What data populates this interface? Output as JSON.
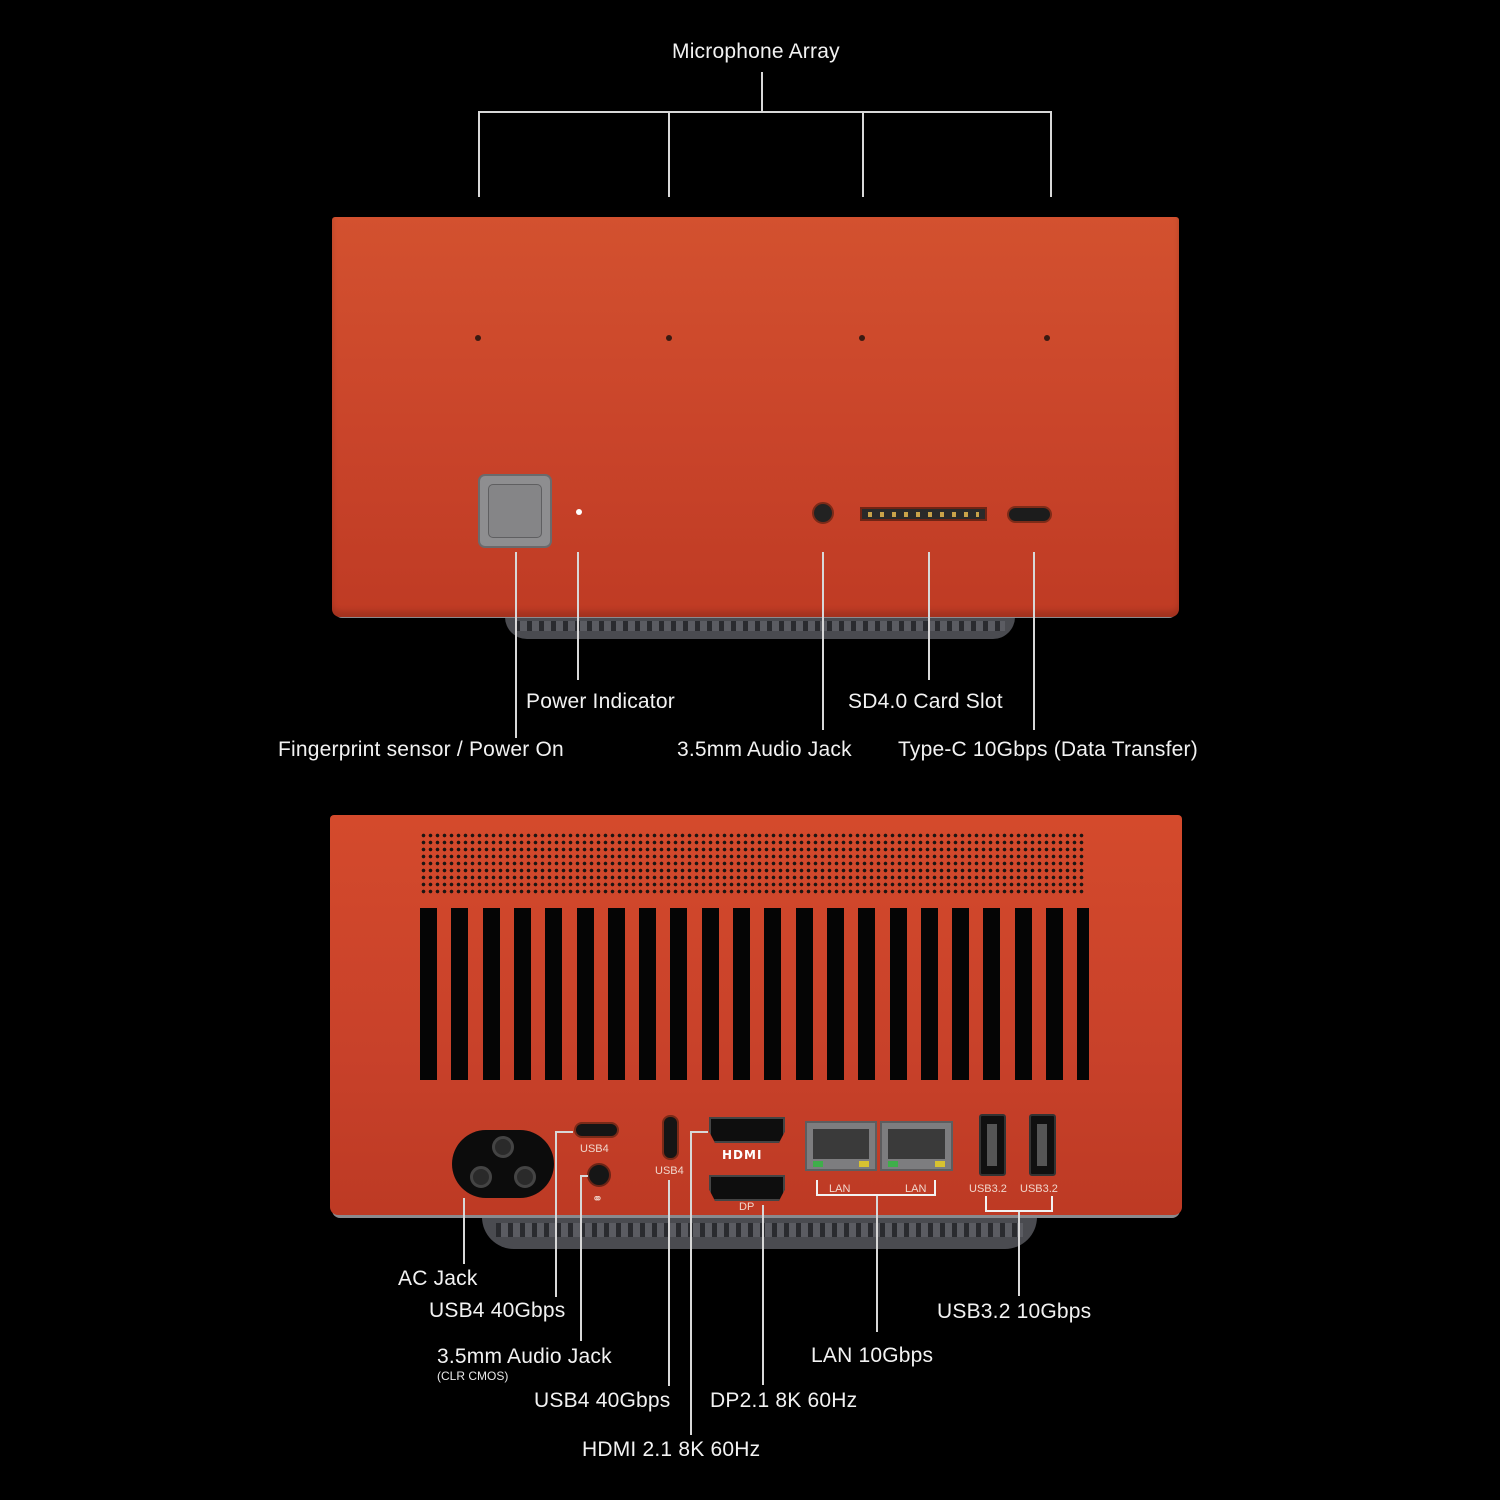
{
  "front_labels": {
    "microphone_array": "Microphone Array",
    "power_indicator": "Power Indicator",
    "fingerprint": "Fingerprint sensor / Power On",
    "audio_jack": "3.5mm Audio Jack",
    "sd_slot": "SD4.0 Card Slot",
    "type_c": "Type-C 10Gbps (Data Transfer)"
  },
  "rear_port_text": {
    "usb4_top": "USB4",
    "usb4_vertical": "USB4",
    "hdmi_logo": "HDMI",
    "dp": "DP",
    "lan_1": "LAN",
    "lan_2": "LAN",
    "usb32_1": "USB3.2",
    "usb32_2": "USB3.2"
  },
  "rear_labels": {
    "ac_jack": "AC Jack",
    "usb4_40_a": "USB4 40Gbps",
    "audio_jack": "3.5mm Audio Jack",
    "audio_jack_note": "(CLR CMOS)",
    "usb4_40_b": "USB4 40Gbps",
    "hdmi": "HDMI 2.1 8K 60Hz",
    "dp": "DP2.1 8K 60Hz",
    "lan": "LAN 10Gbps",
    "usb32": "USB3.2 10Gbps"
  },
  "colors": {
    "body": "#c9442a",
    "background": "#000000",
    "label_text": "#f2f2f2"
  }
}
